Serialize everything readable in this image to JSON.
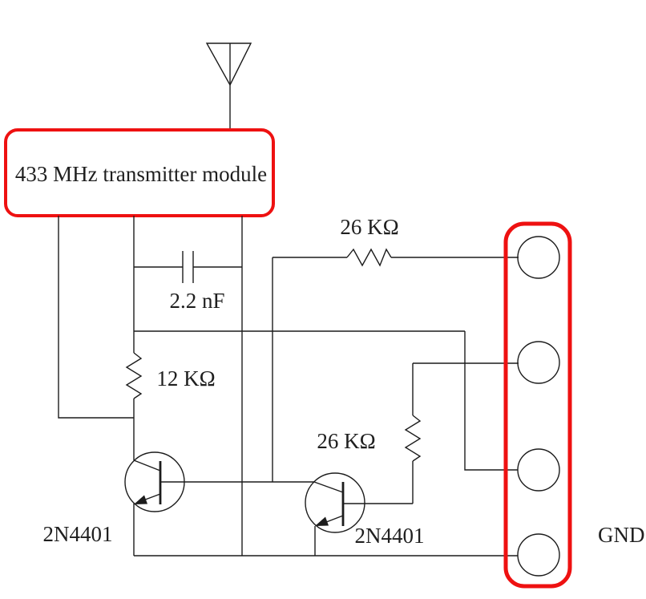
{
  "colors": {
    "accent_red": "#ee1111",
    "wire": "#1c1c1c",
    "label": "#1f1f1f",
    "background": "#ffffff"
  },
  "module": {
    "label": "433 MHz transmitter module"
  },
  "components": {
    "resistor_r1": {
      "value": "26 KΩ"
    },
    "capacitor_c1": {
      "value": "2.2 nF"
    },
    "resistor_r2": {
      "value": "12 KΩ"
    },
    "resistor_r3": {
      "value": "26 KΩ"
    },
    "transistor_q1": {
      "part": "2N4401"
    },
    "transistor_q2": {
      "part": "2N4401"
    }
  },
  "connector": {
    "pin_count": 4,
    "gnd_label": "GND"
  }
}
